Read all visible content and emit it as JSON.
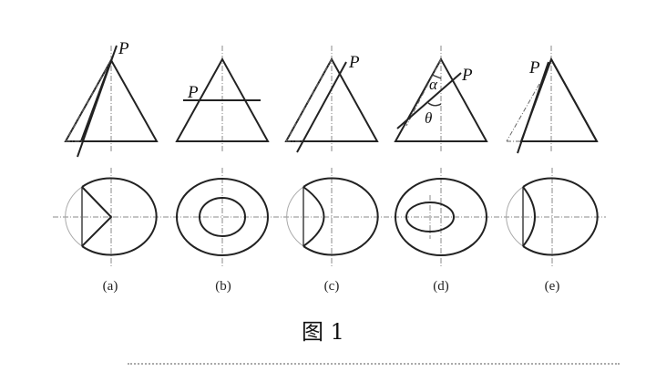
{
  "figure": {
    "caption": "图 1",
    "subfigures": [
      {
        "id": "a",
        "label": "(a)",
        "point_label": "P",
        "section": "hyperbola-like section through apex side (plane parallel to axis-side, passing apex region)"
      },
      {
        "id": "b",
        "label": "(b)",
        "point_label": "P",
        "section": "circle (plane perpendicular to axis)"
      },
      {
        "id": "c",
        "label": "(c)",
        "point_label": "P",
        "section": "parabola-like curve"
      },
      {
        "id": "d",
        "label": "(d)",
        "point_label": "P",
        "angle_labels": [
          "α",
          "θ"
        ],
        "section": "ellipse"
      },
      {
        "id": "e",
        "label": "(e)",
        "point_label": "P",
        "section": "hyperbola-like curve"
      }
    ],
    "stroke_color": "#222222",
    "aux_line_color": "#888888"
  }
}
